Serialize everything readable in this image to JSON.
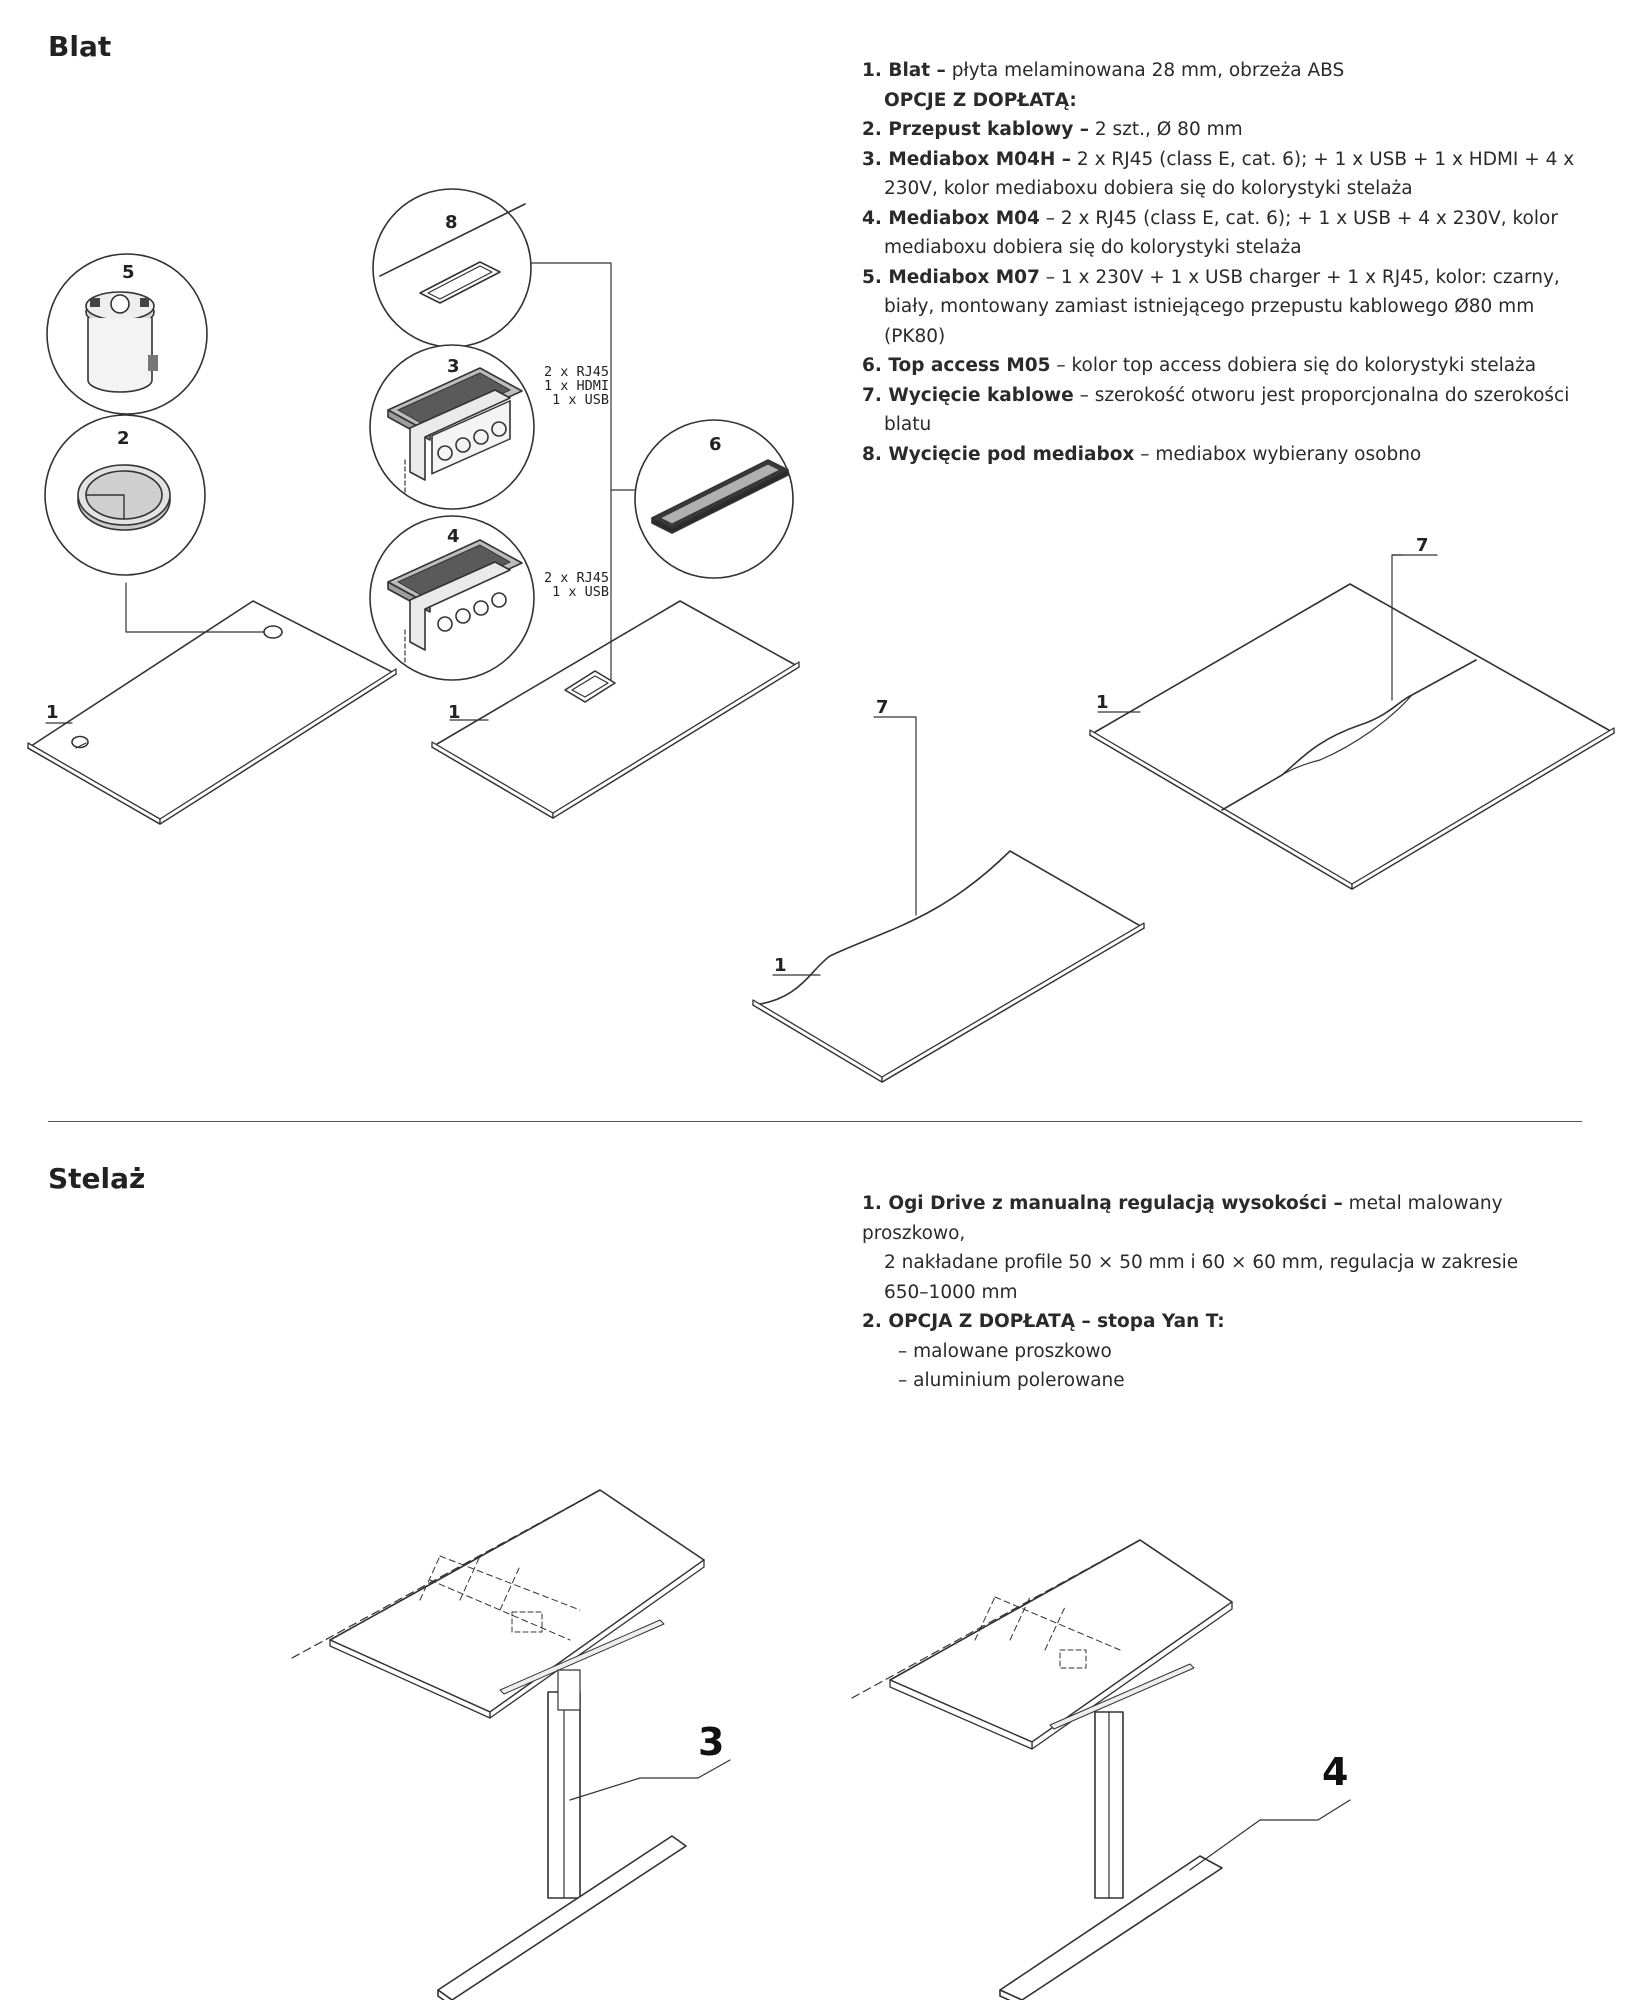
{
  "sections": {
    "blat": {
      "title": "Blat",
      "specs": [
        {
          "label": "1. Blat –",
          "text": " płyta melaminowana 28 mm, obrzeża ABS"
        },
        {
          "label": "OPCJE Z DOPŁATĄ:",
          "text": ""
        },
        {
          "label": "2. Przepust kablowy –",
          "text": " 2 szt., Ø 80 mm"
        },
        {
          "label": "3. Mediabox M04H –",
          "text": " 2 x RJ45 (class E, cat. 6); + 1 x USB + 1 x HDMI + 4 x",
          "cont": [
            "230V, kolor mediaboxu dobiera się do kolorystyki stelaża"
          ]
        },
        {
          "label": "4. Mediabox M04",
          "text": " – 2 x RJ45 (class E, cat. 6); + 1 x USB + 4 x 230V, kolor",
          "cont": [
            "mediaboxu dobiera się do kolorystyki stelaża"
          ]
        },
        {
          "label": "5. Mediabox M07",
          "text": " – 1 x 230V + 1 x USB charger + 1 x RJ45, kolor: czarny,",
          "cont": [
            "biały, montowany zamiast istniejącego przepustu kablowego Ø80 mm",
            "(PK80)"
          ]
        },
        {
          "label": "6. Top access M05",
          "text": " – kolor top access dobiera się do kolorystyki stelaża"
        },
        {
          "label": "7. Wycięcie kablowe",
          "text": " – szerokość otworu jest proporcjonalna do szerokości",
          "cont": [
            "blatu"
          ]
        },
        {
          "label": "8. Wycięcie pod mediabox",
          "text": " – mediabox wybierany osobno"
        }
      ]
    },
    "stelaz": {
      "title": "Stelaż",
      "specs": [
        {
          "label": "1. Ogi Drive z manualną regulacją wysokości –",
          "text": " metal malowany proszkowo,",
          "cont": [
            "2 nakładane profile 50 × 50 mm i 60 × 60 mm, regulacja w zakresie",
            "650–1000 mm"
          ]
        },
        {
          "label": "2. OPCJA Z DOPŁATĄ – stopa Yan T:",
          "text": "",
          "cont": [
            "– malowane proszkowo",
            "– aluminium polerowane"
          ]
        }
      ]
    }
  },
  "callouts": {
    "n1": "1",
    "n2": "2",
    "n3": "3",
    "n4": "4",
    "n5": "5",
    "n6": "6",
    "n7": "7",
    "n8": "8"
  },
  "port_labels": {
    "m04h": [
      "2 x RJ45",
      "1 x HDMI",
      "1 x USB"
    ],
    "m04": [
      "2 x RJ45",
      "1 x USB"
    ]
  },
  "frame_labels": {
    "leg3": "3",
    "leg4": "4"
  }
}
